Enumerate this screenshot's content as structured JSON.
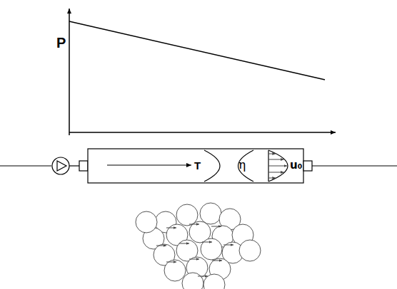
{
  "diagram": {
    "labels": [
      "P",
      "T",
      "η",
      "u₀"
    ]
  }
}
